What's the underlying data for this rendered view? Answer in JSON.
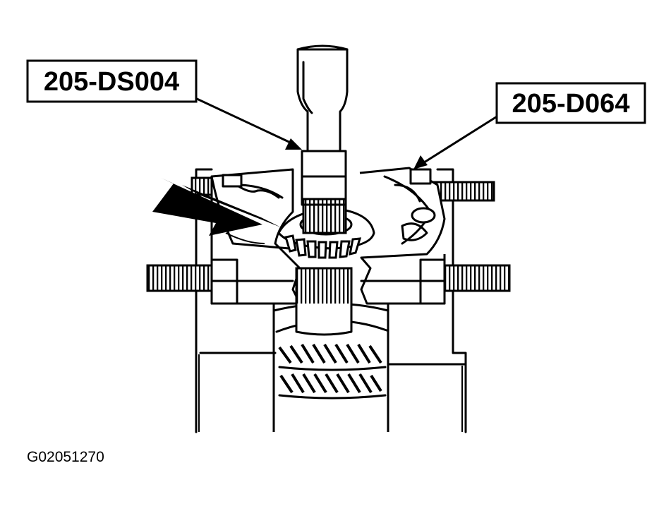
{
  "callouts": {
    "tool_left": "205-DS004",
    "tool_right": "205-D064"
  },
  "figure_id": "G02051270",
  "colors": {
    "ink": "#000000",
    "paper": "#ffffff"
  }
}
